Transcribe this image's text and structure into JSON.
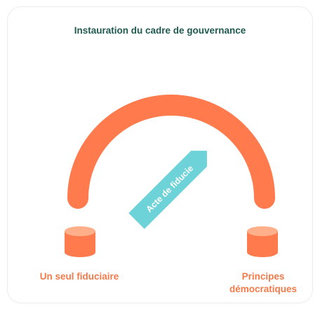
{
  "title": "Instauration du cadre de gouvernance",
  "arrow_label": "Acte de fiducie",
  "left_label": "Un seul fiduciaire",
  "right_label_line1": "Principes",
  "right_label_line2": "démocratiques",
  "colors": {
    "arc": "#ff7a4d",
    "cylinder_body": "#ff7a4d",
    "cylinder_top": "#ffb08a",
    "arrow": "#6dd3d8",
    "title": "#1f5a4e",
    "labels": "#f47a4a"
  }
}
